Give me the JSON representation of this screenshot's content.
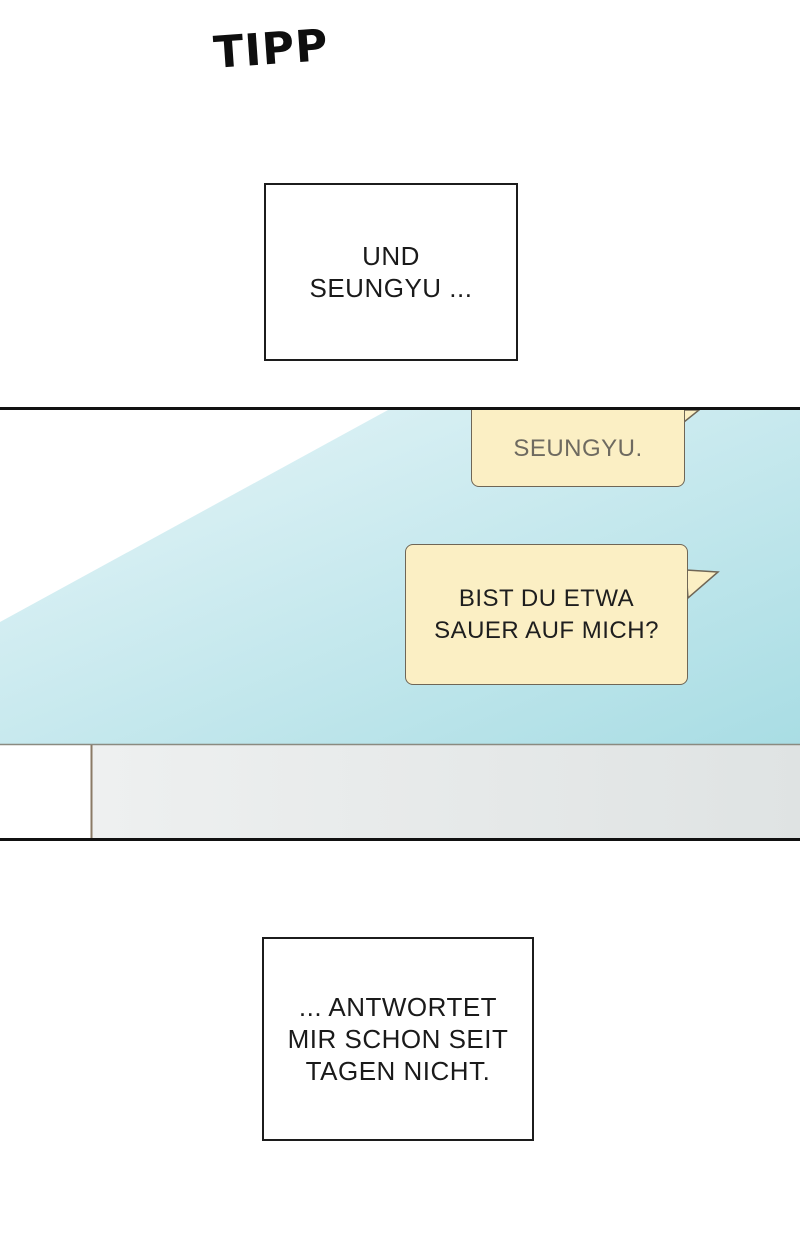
{
  "sfx": {
    "text": "TIPP"
  },
  "captions": [
    {
      "lines": [
        "UND",
        "SEUNGYU ..."
      ]
    },
    {
      "lines": [
        "... ANTWORTET",
        "MIR SCHON SEIT",
        "TAGEN NICHT."
      ]
    }
  ],
  "chat_panel": {
    "bubbles": [
      {
        "lines": [
          "SEUNGYU."
        ]
      },
      {
        "lines": [
          "BIST DU ETWA",
          "SAUER AUF MICH?"
        ]
      }
    ]
  },
  "colors": {
    "bubble_fill": "#fbefc4",
    "screen_light": "#e6f5f8",
    "screen_dark": "#a9dde4",
    "device_frame": "#e4e6e6"
  }
}
